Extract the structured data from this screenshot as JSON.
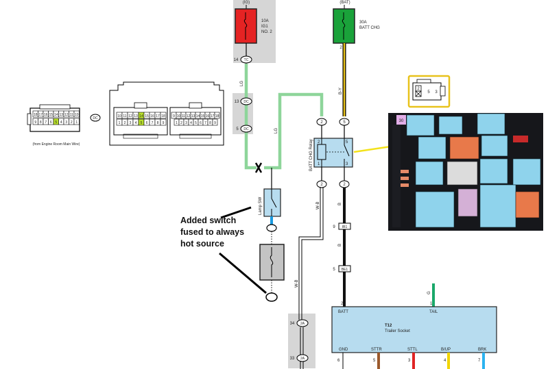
{
  "fuses": {
    "ig": {
      "source": "(IG)",
      "rating": "10A",
      "name1": "IG1",
      "name2": "NO. 2",
      "color": "#e52323"
    },
    "bat": {
      "source": "(BAT)",
      "rating": "30A",
      "name1": "BATT CHG",
      "color": "#1aa23a"
    }
  },
  "connectors": {
    "tc": {
      "pin": "14",
      "code": "TC"
    },
    "dc_top": {
      "pin": "13",
      "code": "DC"
    },
    "dc_bottom": {
      "pin": "5",
      "code": "DC"
    },
    "dc_side": "DC",
    "ib1": {
      "pin": "9",
      "code": "IB1"
    },
    "be1": {
      "pin": "5",
      "code": "BE1"
    },
    "za_top": {
      "pin": "34",
      "code": "2A"
    },
    "za_bottom": {
      "pin": "33",
      "code": "2A"
    }
  },
  "wires": {
    "lg1": "LG",
    "lg2": "LG",
    "by": "B-Y",
    "b1": "B",
    "b2": "B",
    "wb1": "W-B",
    "wb2": "W-B",
    "g": "G"
  },
  "relay": {
    "label": "BATT CHG Relay",
    "pins": {
      "top_left": "2",
      "top_right": "5",
      "mid_left": "2",
      "mid_right": "3",
      "low_left": "1",
      "low_right": "2",
      "bat_in": "2"
    }
  },
  "lamp_sw": {
    "label": "Lamp SW"
  },
  "ecu_connector": {
    "from_label": "(from Engine Room Main Wire)",
    "left_pins_top": [
      "18",
      "17",
      "16",
      "15",
      "14",
      "13",
      "12",
      "11",
      "10"
    ],
    "left_pins_bottom": [
      "9",
      "8",
      "7",
      "6",
      "5",
      "4",
      "3",
      "2",
      "1"
    ],
    "right_a_top": [
      "10",
      "11",
      "12",
      "13",
      "14",
      "15",
      "16",
      "17",
      "18"
    ],
    "right_a_bottom": [
      "1",
      "2",
      "3",
      "4",
      "5",
      "6",
      "7",
      "8",
      "9"
    ],
    "right_b_top": [
      "9",
      "10",
      "11",
      "12",
      "13",
      "14",
      "15",
      "16",
      "17",
      "18"
    ],
    "right_b_bottom": [
      "1",
      "2",
      "3",
      "4",
      "5",
      "6",
      "7",
      "8",
      "9"
    ],
    "highlight_color": "#b9e02b"
  },
  "relay_socket_icon": {
    "pins": [
      "2",
      "5",
      "3"
    ]
  },
  "annotation": {
    "line1": "Added switch",
    "line2": "fused to always",
    "line3": "hot source"
  },
  "trailer_socket": {
    "code": "T12",
    "name": "Trailer Socket",
    "fill": "#b7dcef",
    "pins": [
      {
        "label": "BATT",
        "num": "2"
      },
      {
        "label": "TAIL",
        "num": "1"
      },
      {
        "label": "GND",
        "num": "6"
      },
      {
        "label": "STTR",
        "num": "5"
      },
      {
        "label": "STTL",
        "num": "3"
      },
      {
        "label": "B/UP",
        "num": "4"
      },
      {
        "label": "BRK",
        "num": "7"
      }
    ]
  },
  "photo": {
    "relay_label": "30"
  },
  "colors": {
    "lg_wire": "#8ed59a",
    "by_wire": "#e8c21b",
    "blue_wire": "#1a9be0",
    "green_wire": "#1aa86a",
    "brown_wire": "#9b5a2d",
    "red_wire": "#e02424",
    "yellow_wire": "#f2d500",
    "cyan_wire": "#2bb3f0",
    "gray_panel": "#d6d6d6",
    "pointer_line": "#f3e21b",
    "photo_bg": "#16171b",
    "relay_blue": "#8fd3ec",
    "relay_orange": "#e8794a"
  }
}
